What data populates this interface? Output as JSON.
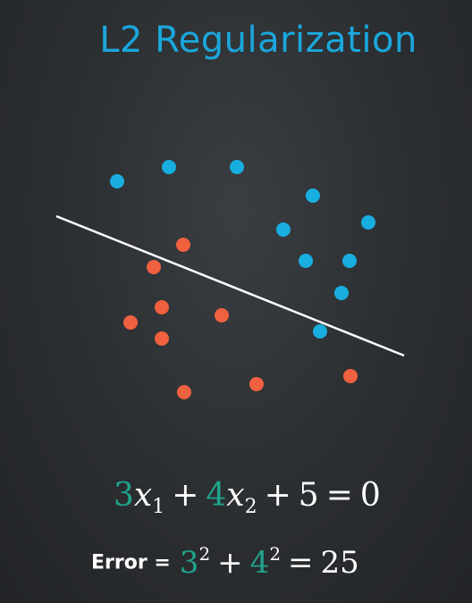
{
  "title": "L2 Regularization",
  "colors": {
    "title": "#1aa7dc",
    "blue": "#19aee0",
    "red": "#f0613f",
    "coef": "#20a48c",
    "line": "#ffffff"
  },
  "equation": {
    "coef1": "3",
    "var1": "x",
    "sub1": "1",
    "op1": "+",
    "coef2": "4",
    "var2": "x",
    "sub2": "2",
    "op2": "+",
    "const": "5",
    "eq": "=",
    "rhs": "0"
  },
  "error": {
    "label": "Error =",
    "base1": "3",
    "exp1": "2",
    "plus": "+",
    "base2": "4",
    "exp2": "2",
    "eq": "=",
    "result": "25"
  }
}
